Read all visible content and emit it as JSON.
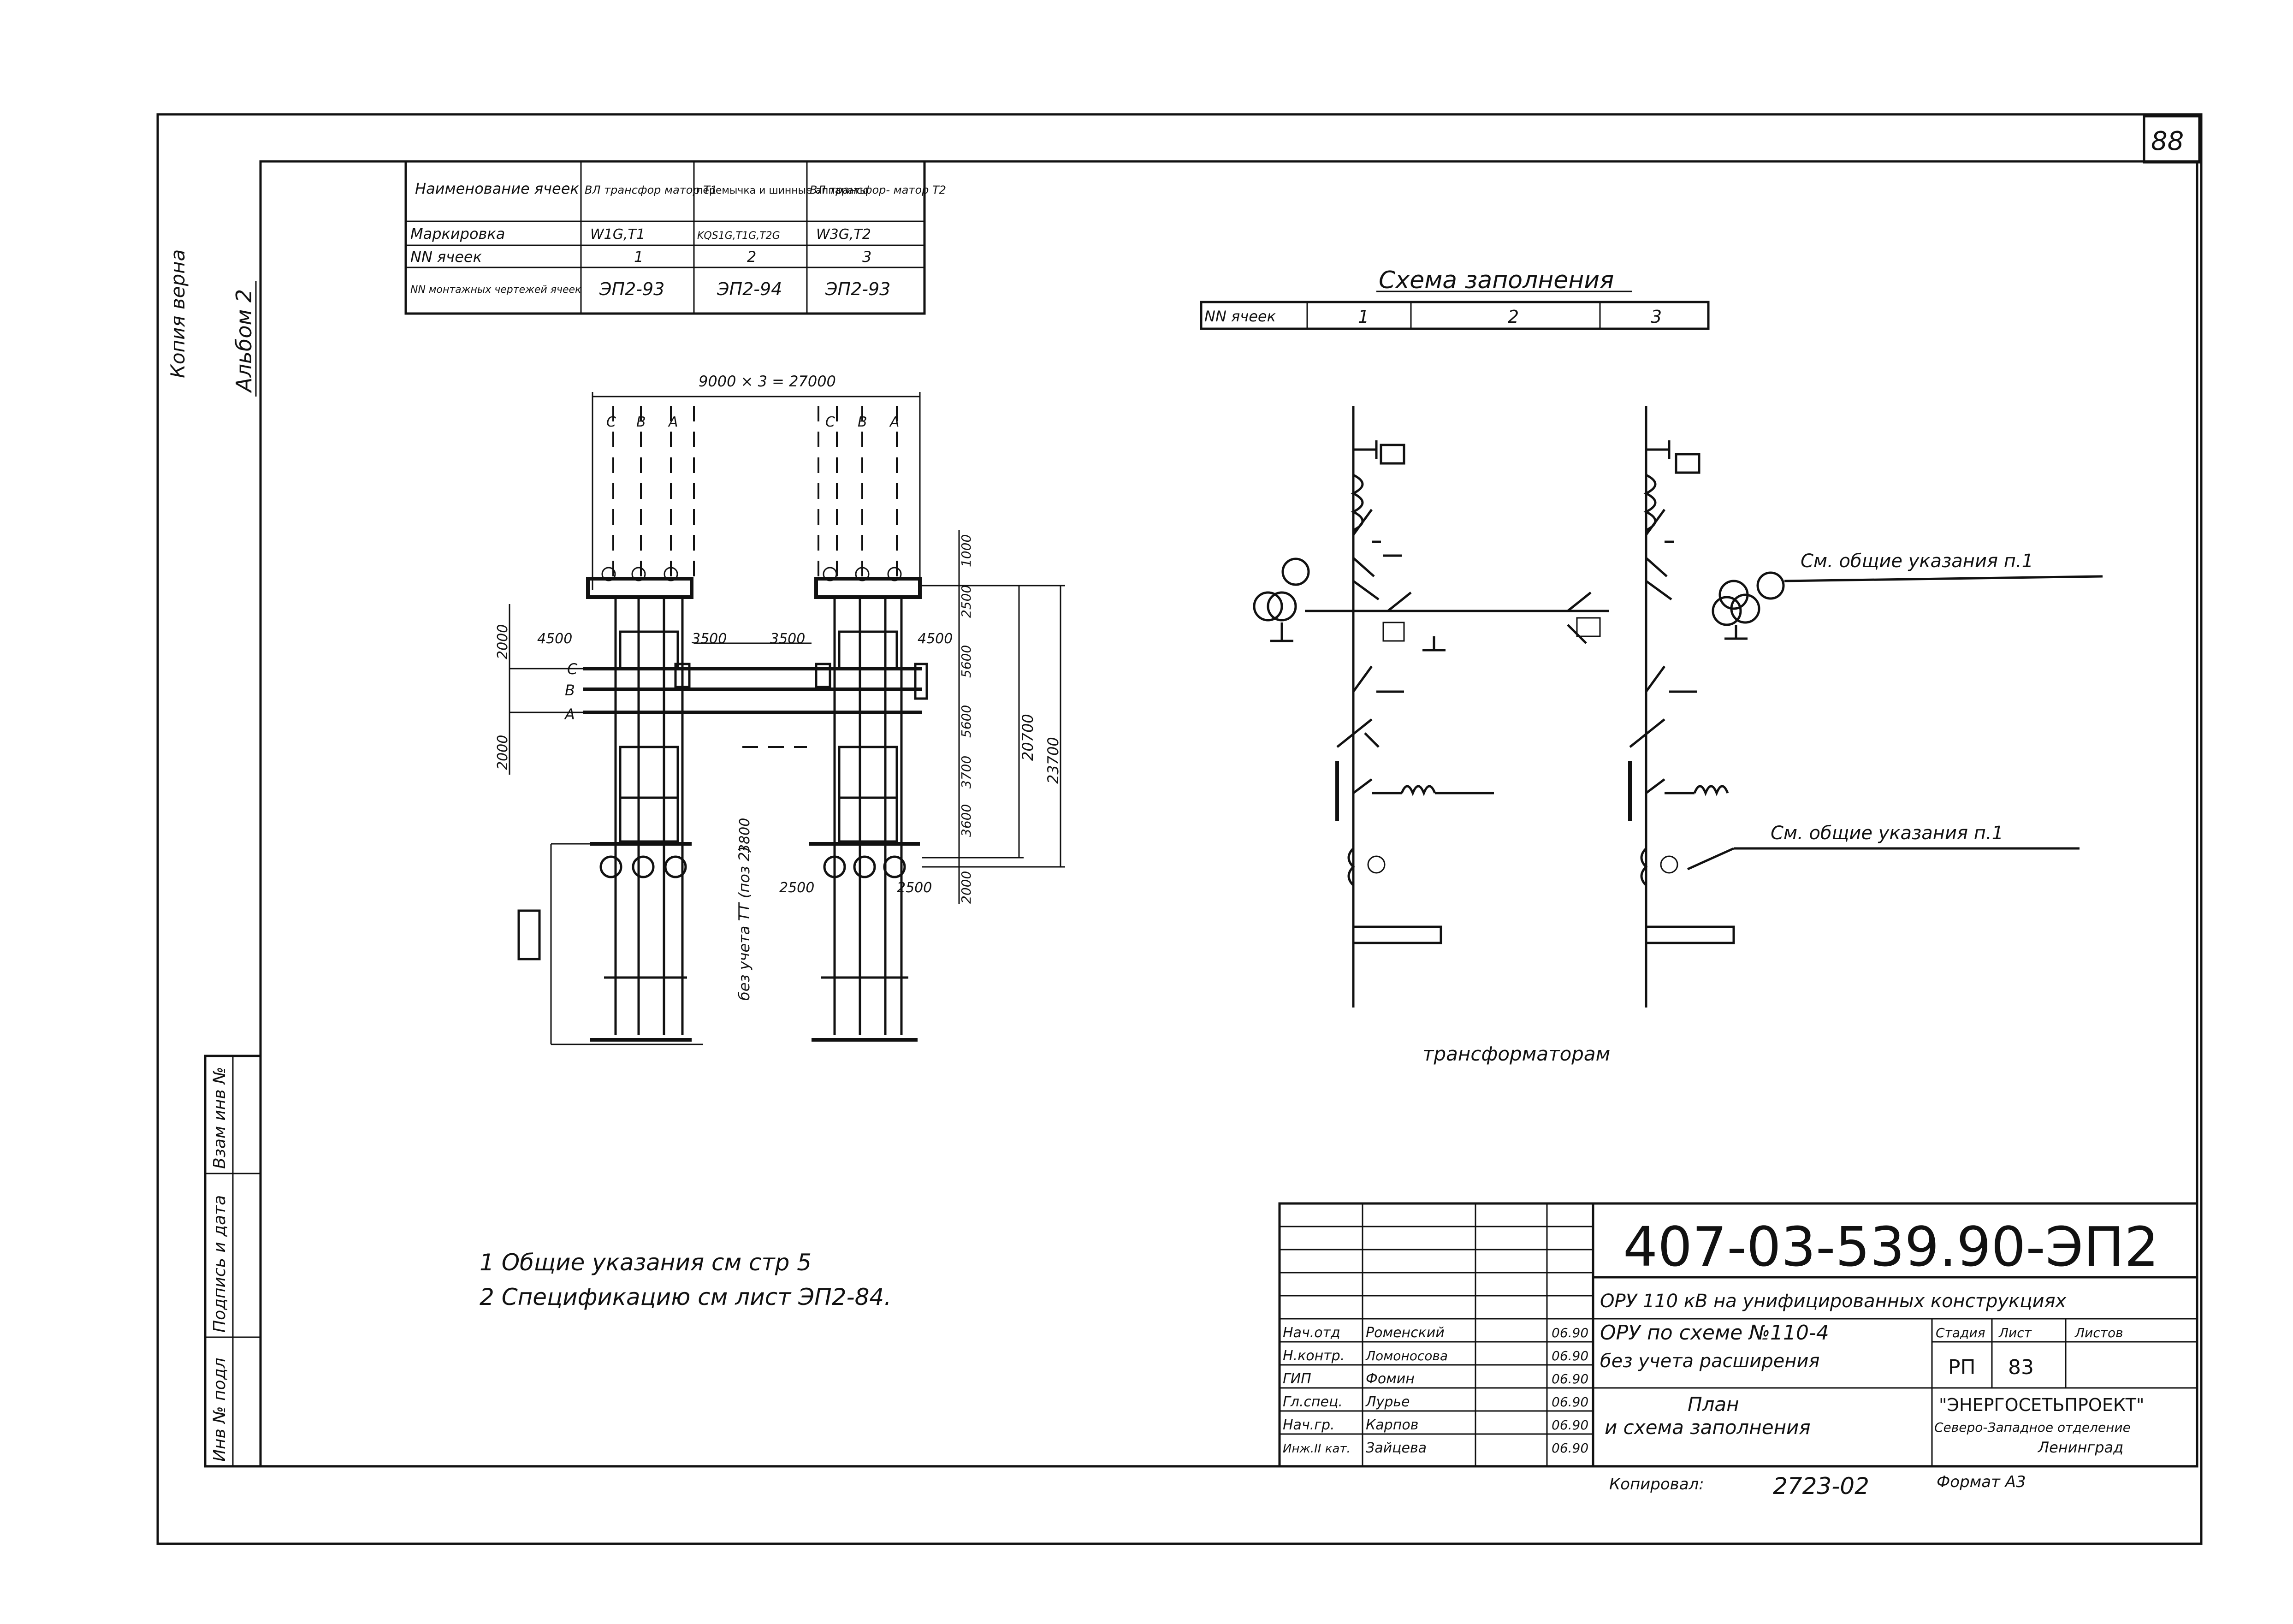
{
  "sheet": {
    "page_number": "88",
    "left_margin": {
      "copy_label": "Копия верна",
      "album_label": "Альбом 2"
    },
    "left_stamps": [
      "Инв № подл",
      "Подпись и дата",
      "Взам инв №"
    ]
  },
  "cells_table": {
    "headers": [
      "Наименование ячеек",
      "ВЛ трансфор матор Т1",
      "перемычка и шинные аппараты",
      "ВЛ трансфор- матор Т2"
    ],
    "rows": [
      {
        "label": "Маркировка",
        "values": [
          "W1G,T1",
          "KQS1G,T1G,T2G",
          "W3G,T2"
        ]
      },
      {
        "label": "NN ячеек",
        "values": [
          "1",
          "2",
          "3"
        ]
      },
      {
        "label": "NN монтажных чертежей ячеек",
        "values": [
          "ЭП2-93",
          "ЭП2-94",
          "ЭП2-93"
        ]
      }
    ]
  },
  "plan": {
    "top_dimension": "9000 × 3 = 27000",
    "phase_labels": [
      "С",
      "В",
      "А"
    ],
    "bus_labels": [
      "С",
      "В",
      "А"
    ],
    "dims_left": [
      "2000",
      "2000"
    ],
    "dims_horizontal": [
      "4500",
      "3500",
      "3500",
      "4500"
    ],
    "dims_right_column": [
      "1000",
      "2500",
      "5600",
      "5600",
      "3700",
      "3600",
      "2000"
    ],
    "dim_20700": "20700",
    "dim_23700": "23700",
    "dim_3800": "3800",
    "dims_bottom": [
      "2500",
      "2500"
    ],
    "note_no_metering": "без учета ТТ (поз 2)"
  },
  "schema": {
    "title": "Схема заполнения",
    "cells_row_label": "NN ячеек",
    "cells": [
      "1",
      "2",
      "3"
    ],
    "note1": "См. общие указания п.1",
    "note2": "См. общие указания п.1",
    "transformers_label": "трансформаторам"
  },
  "notes": [
    "1 Общие указания см стр 5",
    "2 Спецификацию см лист ЭП2-84."
  ],
  "title_block": {
    "code": "407-03-539.90-ЭП2",
    "subtitle": "ОРУ 110 кВ на унифицированных конструкциях",
    "roles": [
      {
        "role": "Нач.отд",
        "name": "Роменский",
        "date": "06.90"
      },
      {
        "role": "Н.контр.",
        "name": "Ломоносова",
        "date": "06.90"
      },
      {
        "role": "ГИП",
        "name": "Фомин",
        "date": "06.90"
      },
      {
        "role": "Гл.спец.",
        "name": "Лурье",
        "date": "06.90"
      },
      {
        "role": "Нач.гр.",
        "name": "Карпов",
        "date": "06.90"
      },
      {
        "role": "Инж.II кат.",
        "name": "Зайцева",
        "date": "06.90"
      }
    ],
    "description_line1": "ОРУ по схеме №110-4",
    "description_line2": "без учета расширения",
    "stage_header": "Стадия",
    "sheet_header": "Лист",
    "sheets_header": "Листов",
    "stage": "РП",
    "sheet": "83",
    "drawing_name_line1": "План",
    "drawing_name_line2": "и схема заполнения",
    "org_line1": "\"ЭНЕРГОСЕТЬПРОЕКТ\"",
    "org_line2": "Северо-Западное отделение",
    "org_line3": "Ленинград",
    "copied_label": "Копировал:",
    "copied_value": "2723-02",
    "format_label": "Формат А3"
  }
}
